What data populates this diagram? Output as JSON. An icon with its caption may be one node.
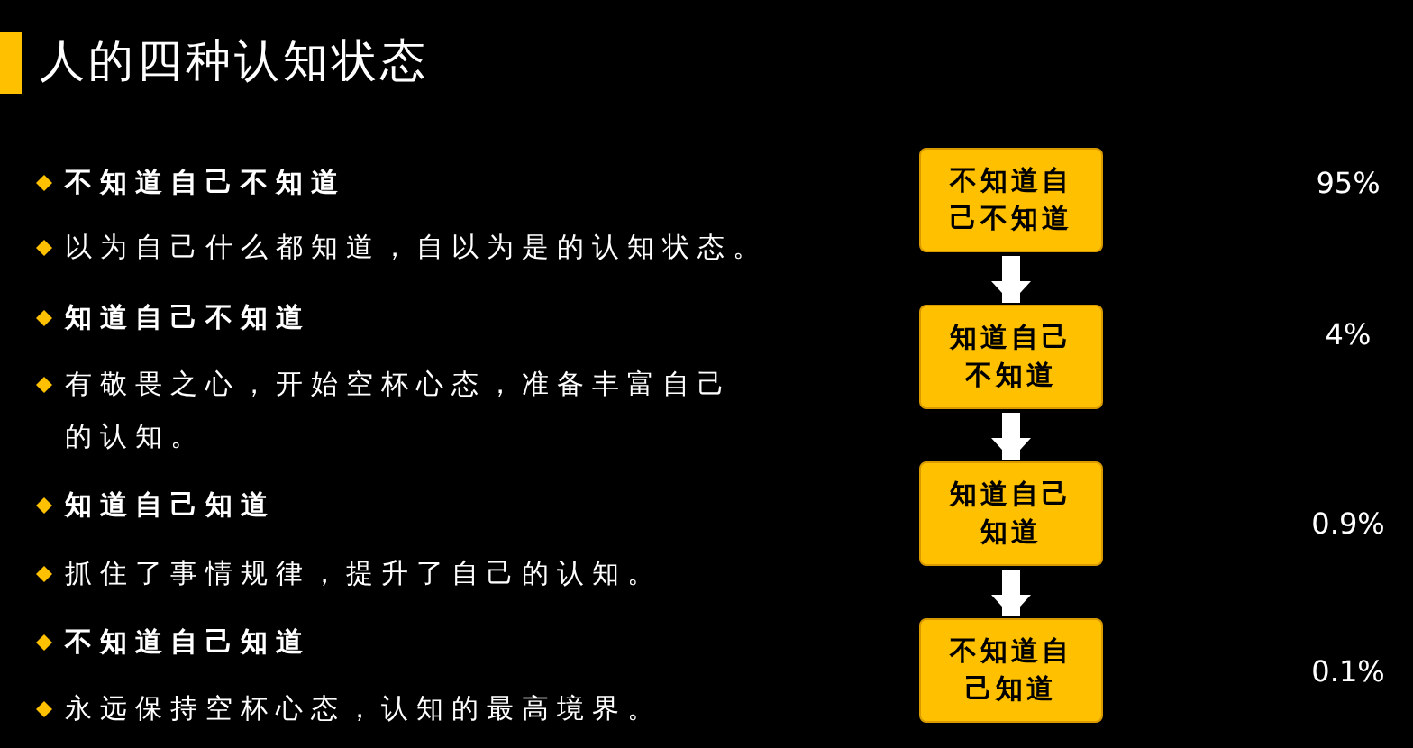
{
  "diagram": {
    "title": "人的四种认知状态",
    "nodes": [
      {
        "text": [
          "不知道自己不知道"
        ]
      },
      {
        "text": [
          "知道自己不知道"
        ]
      },
      {
        "text": [
          "知道自己知道"
        ]
      },
      {
        "text": [
          "不知道自己知道"
        ]
      }
    ],
    "edges": [
      {
        "from": 0,
        "to": 1,
        "arrow": "to"
      },
      {
        "from": 1,
        "to": 2,
        "arrow": "to"
      },
      {
        "from": 2,
        "to": 3,
        "arrow": "to"
      }
    ],
    "labels": [
      "不知道自己不知道",
      "95%",
      "以为自己什么都知道，自以为是的认知状态。",
      "知道自己不知道",
      "4%",
      "有敬畏之心，开始空杯心态，准备丰富自己的认知。",
      "知道自己知道",
      "0.9%",
      "抓住了事情规律，提升了自己的认知。",
      "不知道自己知道",
      "0.1%",
      "永远保持空杯心态，认知的最高境界。"
    ]
  }
}
